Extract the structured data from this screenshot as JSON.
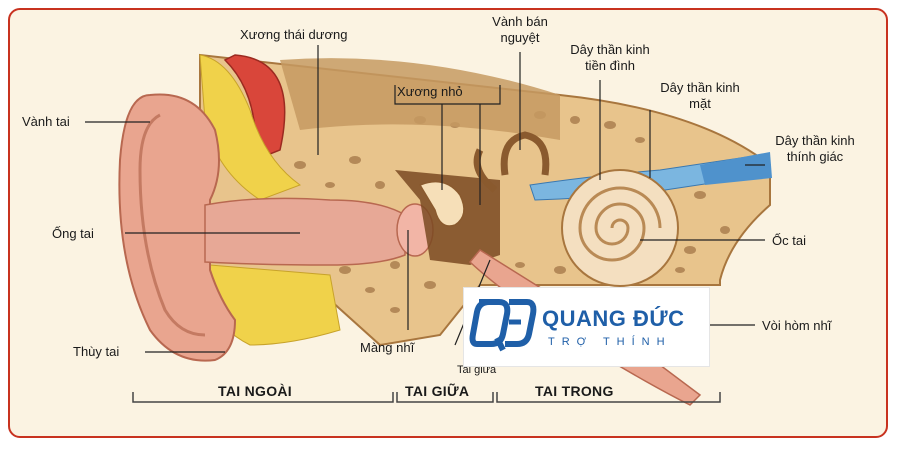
{
  "labels": {
    "xuong_thai_duong": "Xương thái dương",
    "vanh_ban_nguyet": "Vành bán\nnguyệt",
    "day_tien_dinh": "Dây thần kinh\ntiền đình",
    "day_mat": "Dây thần kinh\nmặt",
    "day_thinh_giac": "Dây thần kinh\nthính giác",
    "vanh_tai": "Vành tai",
    "xuong_nho": "Xương nhỏ",
    "ong_tai": "Ống tai",
    "oc_tai": "Ốc tai",
    "voi_hom_nhi": "Vòi hòm nhĩ",
    "thuy_tai": "Thùy tai",
    "mang_nhi": "Màng nhĩ",
    "tai_giua_small": "Tai giữa"
  },
  "sections": {
    "tai_ngoai": "TAI NGOÀI",
    "tai_giua": "TAI GIỮA",
    "tai_trong": "TAI TRONG"
  },
  "logo": {
    "mark": "QĐ",
    "brand": "QUANG ĐỨC",
    "tagline": "TRỢ THÍNH"
  },
  "colors": {
    "border": "#c8321f",
    "background": "#fbf3e2",
    "bone": "#e8c48c",
    "skin": "#e9a58f",
    "cartilage": "#f0d24a",
    "logo_blue": "#1f5fa8"
  }
}
